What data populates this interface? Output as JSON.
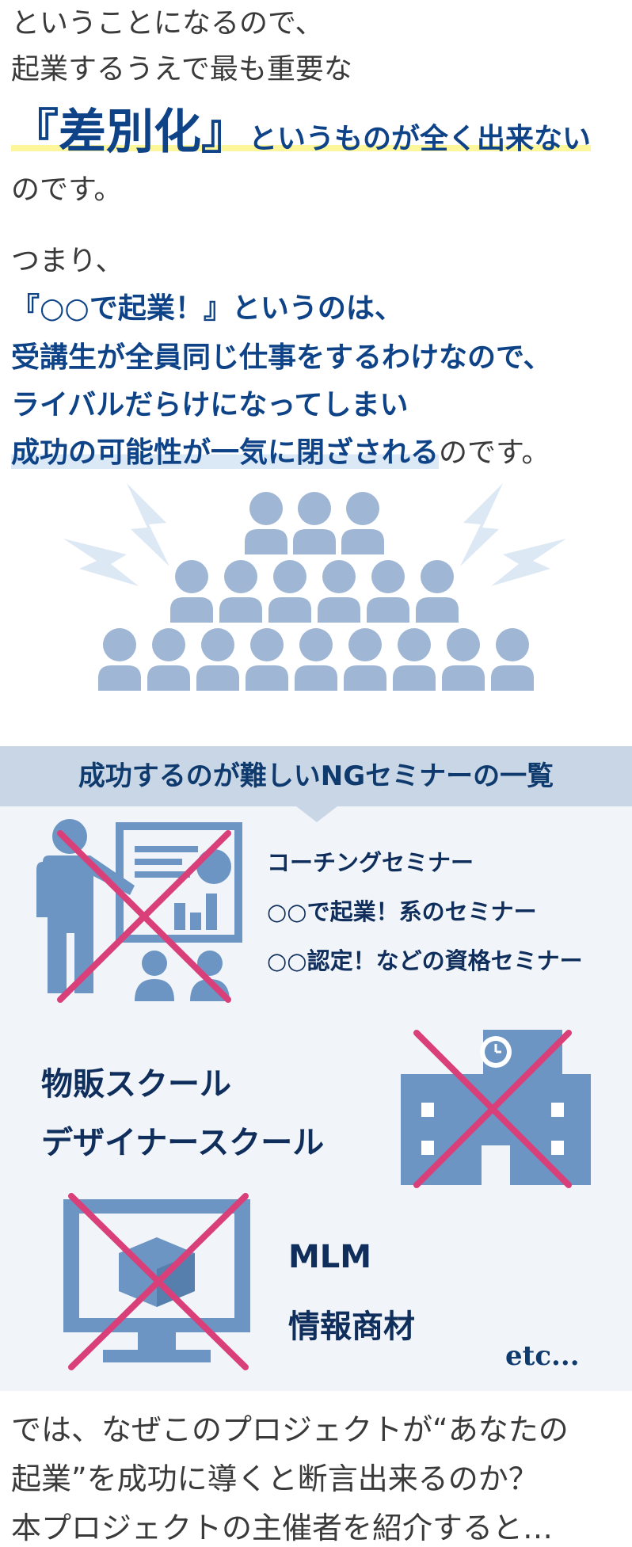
{
  "intro": {
    "line1": "ということになるので、",
    "line2": "起業するうえで最も重要な",
    "headline_big": "『差別化』",
    "headline_rest": "というものが全く出来ない",
    "line4": "のです。"
  },
  "summary": {
    "lead": "つまり、",
    "bold1": "『○○で起業！』というのは、",
    "bold2": "受講生が全員同じ仕事をするわけなので、",
    "bold3": "ライバルだらけになってしまい",
    "bold4": "成功の可能性が一気に閉ざされる",
    "tail4": "のです。"
  },
  "ng_list": {
    "title": "成功するのが難しいNGセミナーの一覧",
    "group1": [
      "コーチングセミナー",
      "○○で起業！系のセミナー",
      "○○認定！などの資格セミナー"
    ],
    "group2": [
      "物販スクール",
      "デザイナースクール"
    ],
    "group3": [
      "MLM",
      "情報商材"
    ],
    "etc": "etc..."
  },
  "closing": {
    "line1": "では、なぜこのプロジェクトが“あなたの",
    "line2": "起業”を成功に導くと断言出来るのか？",
    "line3": "本プロジェクトの主催者を紹介すると…"
  },
  "colors": {
    "accent_blue": "#0f4388",
    "person_icon": "#9fb6d4",
    "cross_pink": "#d9407a",
    "highlight_yellow": "#fdf69a"
  }
}
